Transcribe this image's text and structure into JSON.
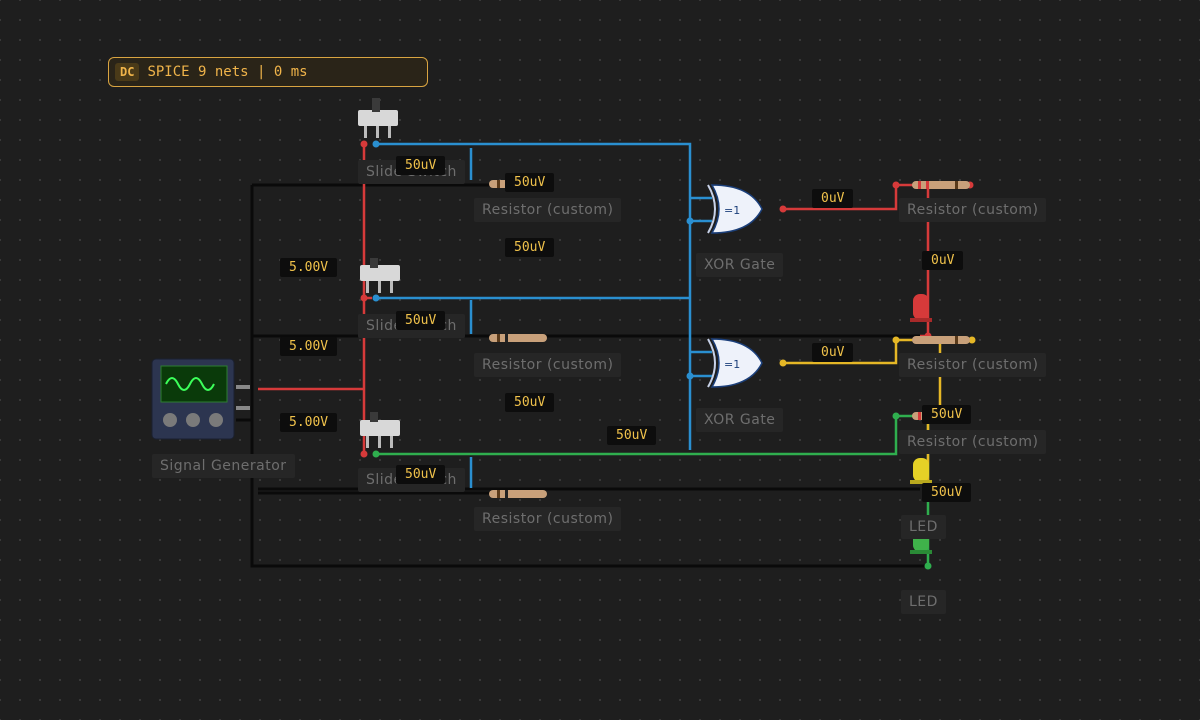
{
  "status": {
    "mode": "DC",
    "text": "SPICE 9 nets | 0 ms"
  },
  "labels": {
    "signal_generator": "Signal Generator",
    "slide_switch_1": "Slide Switch",
    "slide_switch_2": "Slide Switch",
    "slide_switch_3": "Slide Switch",
    "resistor_1": "Resistor (custom)",
    "resistor_2": "Resistor (custom)",
    "resistor_3": "Resistor (custom)",
    "resistor_4": "Resistor (custom)",
    "resistor_5": "Resistor (custom)",
    "resistor_6": "Resistor (custom)",
    "xor_gate_1": "XOR Gate",
    "xor_gate_2": "XOR Gate",
    "led_yellow": "LED",
    "led_green": "LED"
  },
  "gate_symbol": "=1",
  "probes": {
    "p1": "50uV",
    "p2": "50uV",
    "p3": "50uV",
    "p4": "5.00V",
    "p5": "50uV",
    "p6": "5.00V",
    "p7": "50uV",
    "p8": "5.00V",
    "p9": "50uV",
    "p10": "50uV",
    "p11": "0uV",
    "p12": "0uV",
    "p13": "0uV",
    "p14": "50uV",
    "p15": "50uV"
  },
  "colors": {
    "red": "#d63a3a",
    "blue": "#2a8fd0",
    "green": "#2fae4e",
    "yellow": "#e5b726",
    "black": "#0a0a0a",
    "accent": "#f0b44a"
  }
}
